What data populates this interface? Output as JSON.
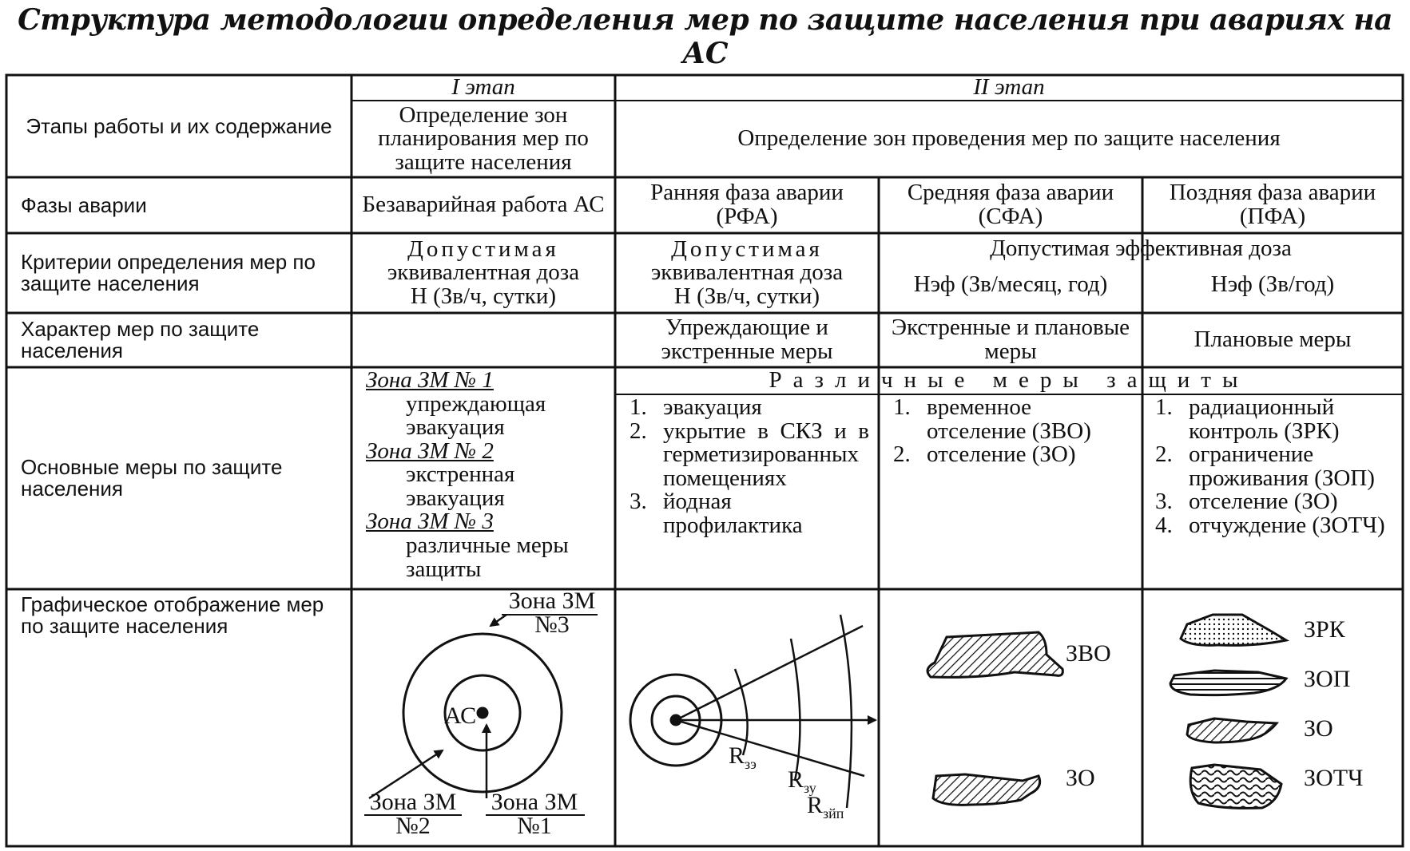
{
  "title": "Структура методологии определения мер по защите населения при авариях на АС",
  "header": {
    "stage1": "I этап",
    "stage2": "II этап",
    "rowlabel": "Этапы работы и их содержание",
    "stage1_desc": "Определение зон планирования мер по защите населения",
    "stage2_desc": "Определение зон проведения мер по защите населения"
  },
  "rows": {
    "phases": {
      "label": "Фазы аварии",
      "c1": "Безаварийная работа АС",
      "c2": "Ранняя фаза аварии (РФА)",
      "c3": "Средняя фаза аварии (СФА)",
      "c4": "Поздняя фаза аварии (ПФА)"
    },
    "criteria": {
      "label": "Критерии определения мер по защите населения",
      "c1_line1": "Допустимая",
      "c1_line2": "эквивалентная доза",
      "c1_line3": "H (Зв/ч, сутки)",
      "c2_line1": "Допустимая",
      "c2_line2": "эквивалентная доза",
      "c2_line3": "H (Зв/ч, сутки)",
      "c34_header": "Допустимая эффективная доза",
      "c3": "Hэф (Зв/месяц, год)",
      "c4": "Hэф (Зв/год)"
    },
    "character": {
      "label": "Характер мер по защите населения",
      "c2": "Упреждающие и экстренные меры",
      "c3": "Экстренные и плановые меры",
      "c4": "Плановые меры"
    },
    "measures": {
      "label": "Основные меры по защите населения",
      "various": "Различные меры защиты",
      "zone1_title": "Зона ЗМ № 1",
      "zone1_text": "упреждающая эвакуация",
      "zone2_title": "Зона ЗМ № 2",
      "zone2_text": "экстренная эвакуация",
      "zone3_title": "Зона ЗМ № 3",
      "zone3_text": "различные меры защиты",
      "rfa": [
        {
          "n": "1.",
          "t": "эвакуация"
        },
        {
          "n": "2.",
          "t": "укрытие в СКЗ и в герметизированных помещениях"
        },
        {
          "n": "3.",
          "t": "йодная профилактика"
        }
      ],
      "sfa": [
        {
          "n": "1.",
          "t": "временное отселение (ЗВО)"
        },
        {
          "n": "2.",
          "t": "отселение (ЗО)"
        }
      ],
      "pfa": [
        {
          "n": "1.",
          "t": "радиационный контроль (ЗРК)"
        },
        {
          "n": "2.",
          "t": "ограничение проживания (ЗОП)"
        },
        {
          "n": "3.",
          "t": "отселение (ЗО)"
        },
        {
          "n": "4.",
          "t": "отчуждение (ЗОТЧ)"
        }
      ]
    },
    "graphic": {
      "label": "Графическое отображение мер по защите населения",
      "as": "АС",
      "zone3_a": "Зона ЗМ",
      "zone3_b": "№3",
      "zone2_a": "Зона ЗМ",
      "zone2_b": "№2",
      "zone1_a": "Зона ЗМ",
      "zone1_b": "№1",
      "r_ze": "R",
      "r_ze_sub": "зэ",
      "r_zu": "R",
      "r_zu_sub": "зу",
      "r_zip": "R",
      "r_zip_sub": "зйп",
      "zvo": "ЗВО",
      "zo": "ЗО",
      "zrk": "ЗРК",
      "zop": "ЗОП",
      "zo2": "ЗО",
      "zotch": "ЗОТЧ"
    }
  }
}
